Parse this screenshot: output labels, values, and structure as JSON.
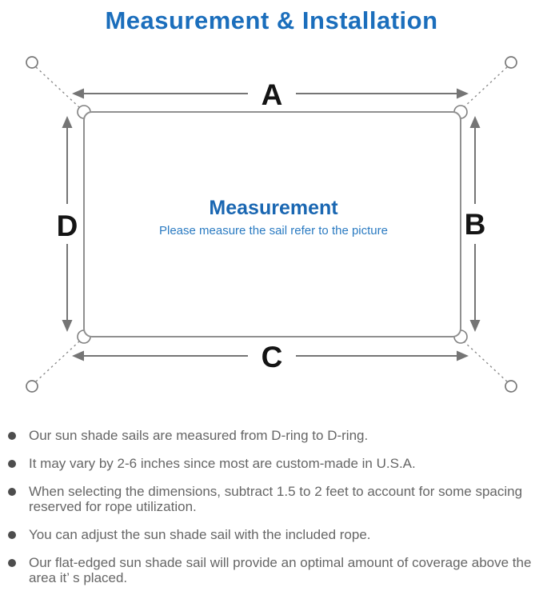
{
  "title": "Measurement & Installation",
  "diagram": {
    "edge_labels": {
      "top": "A",
      "right": "B",
      "bottom": "C",
      "left": "D"
    },
    "center": {
      "heading": "Measurement",
      "subheading": "Please measure the sail refer to the picture"
    }
  },
  "notes": [
    "Our sun shade sails are measured from D-ring to D-ring.",
    "It may vary by 2-6 inches since most are custom-made in U.S.A.",
    "When selecting the dimensions, subtract 1.5 to 2 feet to account for some spacing reserved for rope utilization.",
    "You can adjust the sun shade sail with the included rope.",
    "Our flat-edged sun shade sail will provide an optimal amount of coverage above the area it’ s placed."
  ],
  "colors": {
    "title_blue": "#1b6ebc",
    "heading_blue": "#1a67b2",
    "subheading_blue": "#2b7bc2",
    "line_gray": "#8a8a8a",
    "arrow_gray": "#757575",
    "label_black": "#141414",
    "note_gray": "#666666"
  }
}
